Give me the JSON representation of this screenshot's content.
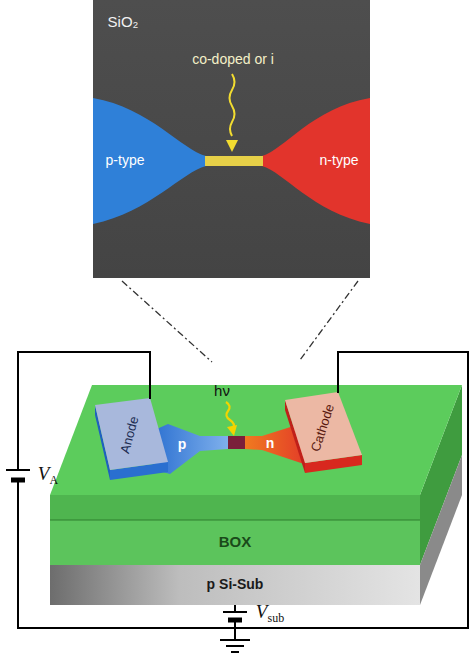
{
  "diagram": {
    "nodes": [
      {
        "text": [
          "SiO₂",
          "co-doped or i",
          "p-type",
          "n-type"
        ]
      },
      {
        "text": [
          "Anode"
        ]
      },
      {
        "text": [
          "p"
        ]
      },
      {
        "text": [
          "n"
        ]
      },
      {
        "text": [
          "Cathode"
        ]
      },
      {
        "text": [
          "BOX"
        ]
      },
      {
        "text": [
          "p Si-Sub"
        ]
      }
    ],
    "labels": [
      "hν",
      "VA",
      "Vsub"
    ]
  }
}
